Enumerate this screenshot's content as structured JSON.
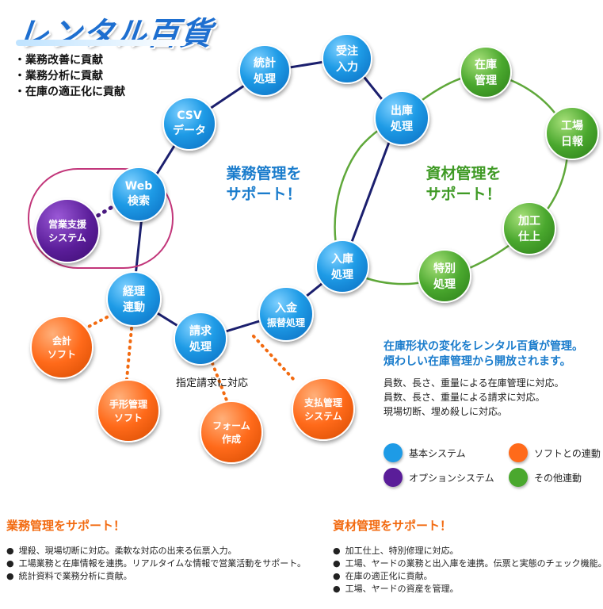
{
  "logo": {
    "text": "レンタル百貨"
  },
  "intro": [
    "業務改善に貢献",
    "業務分析に貢献",
    "在庫の適正化に貢献"
  ],
  "colors": {
    "blue": "#1e9be6",
    "green": "#4aa82e",
    "orange": "#ff6a1a",
    "purple": "#5a1d99",
    "navy": "#1b1f6e",
    "title_blue": "#1a7ccc",
    "title_orange": "#f26a10"
  },
  "diagram": {
    "nodes": [
      {
        "id": "jutyu",
        "kind": "blue",
        "lines": [
          "受注",
          "入力"
        ]
      },
      {
        "id": "toukei",
        "kind": "blue",
        "lines": [
          "統計",
          "処理"
        ]
      },
      {
        "id": "csv",
        "kind": "blue",
        "lines": [
          "CSV",
          "データ"
        ]
      },
      {
        "id": "web",
        "kind": "blue",
        "lines": [
          "Web",
          "検索"
        ]
      },
      {
        "id": "eigyo",
        "kind": "purple",
        "lines": [
          "営業支援",
          "システム"
        ]
      },
      {
        "id": "keiri",
        "kind": "blue",
        "lines": [
          "経理",
          "連動"
        ]
      },
      {
        "id": "seikyu",
        "kind": "blue",
        "lines": [
          "請求",
          "処理"
        ]
      },
      {
        "id": "nyukin",
        "kind": "blue",
        "lines": [
          "入金",
          "振替処理"
        ]
      },
      {
        "id": "nyuko",
        "kind": "blue",
        "lines": [
          "入庫",
          "処理"
        ]
      },
      {
        "id": "shukko",
        "kind": "blue",
        "lines": [
          "出庫",
          "処理"
        ]
      },
      {
        "id": "zaiko",
        "kind": "green",
        "lines": [
          "在庫",
          "管理"
        ]
      },
      {
        "id": "koujou",
        "kind": "green",
        "lines": [
          "工場",
          "日報"
        ]
      },
      {
        "id": "kakou",
        "kind": "green",
        "lines": [
          "加工",
          "仕上"
        ]
      },
      {
        "id": "tokubetsu",
        "kind": "green",
        "lines": [
          "特別",
          "処理"
        ]
      },
      {
        "id": "kaikei",
        "kind": "orange",
        "lines": [
          "会計",
          "ソフト"
        ]
      },
      {
        "id": "tegata",
        "kind": "orange",
        "lines": [
          "手形管理",
          "ソフト"
        ]
      },
      {
        "id": "form",
        "kind": "orange",
        "lines": [
          "フォーム",
          "作成"
        ]
      },
      {
        "id": "shiharai",
        "kind": "orange",
        "lines": [
          "支払管理",
          "システム"
        ]
      }
    ],
    "center_business": [
      "業務管理を",
      "サポート！"
    ],
    "center_material": [
      "資材管理を",
      "サポート！"
    ],
    "note_invoice": "指定請求に対応"
  },
  "description": {
    "headline": [
      "在庫形状の変化をレンタル百貨が管理。",
      "煩わしい在庫管理から開放されます。"
    ],
    "lines": [
      "員数、長さ、重量による在庫管理に対応。",
      "員数、長さ、重量による請求に対応。",
      "現場切断、埋め殺しに対応。"
    ]
  },
  "legend": [
    {
      "kind": "blue",
      "label": "基本システム"
    },
    {
      "kind": "orange",
      "label": "ソフトとの連動"
    },
    {
      "kind": "purple",
      "label": "オプションシステム"
    },
    {
      "kind": "green",
      "label": "その他連動"
    }
  ],
  "panels": {
    "business": {
      "title": "業務管理をサポート！",
      "items": [
        "埋殺、現場切断に対応。柔軟な対応の出来る伝票入力。",
        "工場業務と在庫情報を連携。リアルタイムな情報で営業活動をサポート。",
        "統計資料で業務分析に貢献。"
      ]
    },
    "material": {
      "title": "資材管理をサポート！",
      "items": [
        "加工仕上、特別修理に対応。",
        "工場、ヤードの業務と出入庫を連携。伝票と実態のチェック機能。",
        "在庫の適正化に貢献。",
        "工場、ヤードの資産を管理。"
      ]
    }
  }
}
